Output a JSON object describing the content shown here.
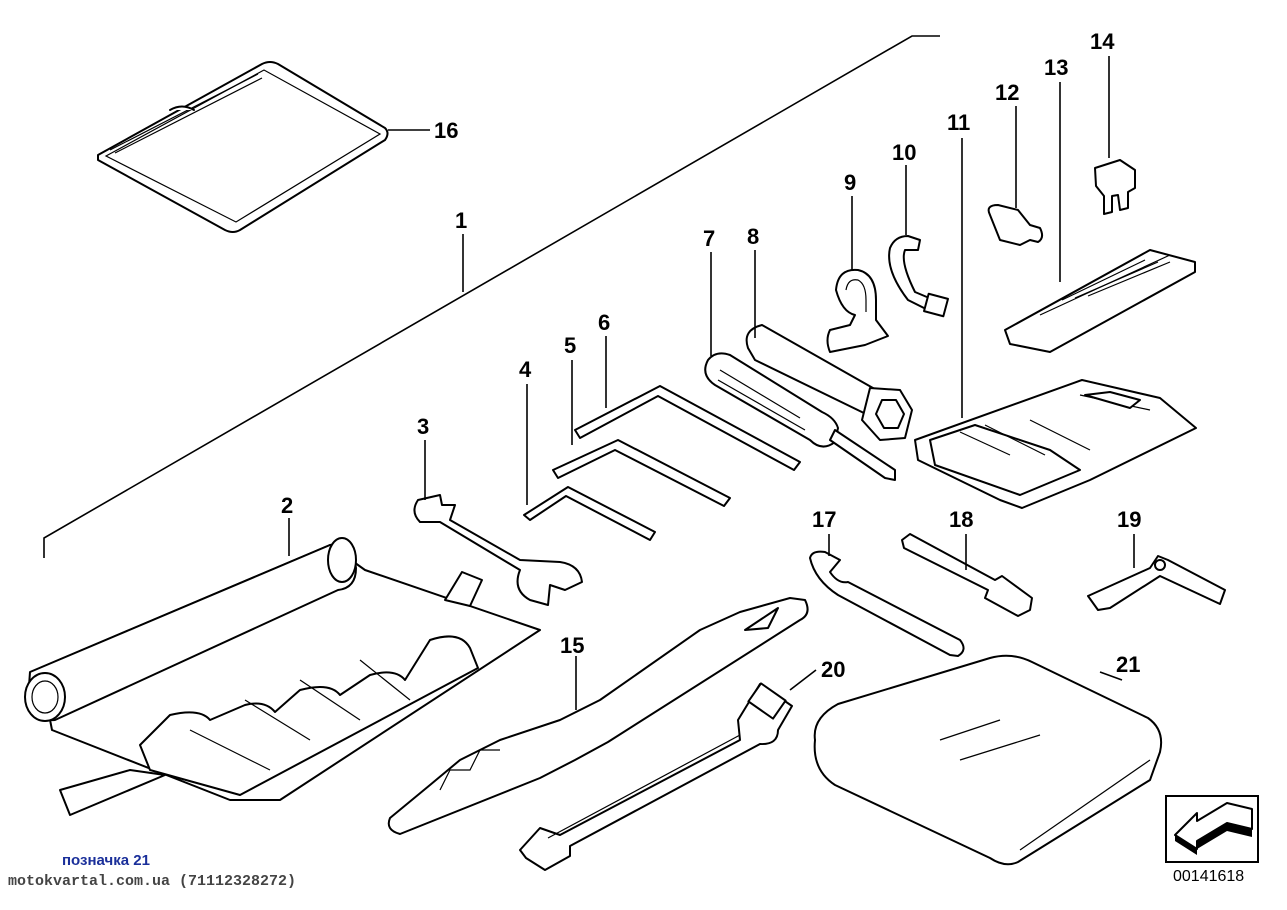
{
  "diagram": {
    "labels": {
      "n1": "1",
      "n2": "2",
      "n3": "3",
      "n4": "4",
      "n5": "5",
      "n6": "6",
      "n7": "7",
      "n8": "8",
      "n9": "9",
      "n10": "10",
      "n11": "11",
      "n12": "12",
      "n13": "13",
      "n14": "14",
      "n15": "15",
      "n16": "16",
      "n17": "17",
      "n18": "18",
      "n19": "19",
      "n20": "20",
      "n21": "21"
    },
    "image_number": "00141618",
    "caption": "позначка 21",
    "site": "motokvartal.com.ua (71112328272)"
  },
  "colors": {
    "caption_blue": "#1a2f9a",
    "site_gray": "#444444",
    "line": "#000000"
  },
  "icons": {
    "nav": "corner-arrow-icon"
  }
}
